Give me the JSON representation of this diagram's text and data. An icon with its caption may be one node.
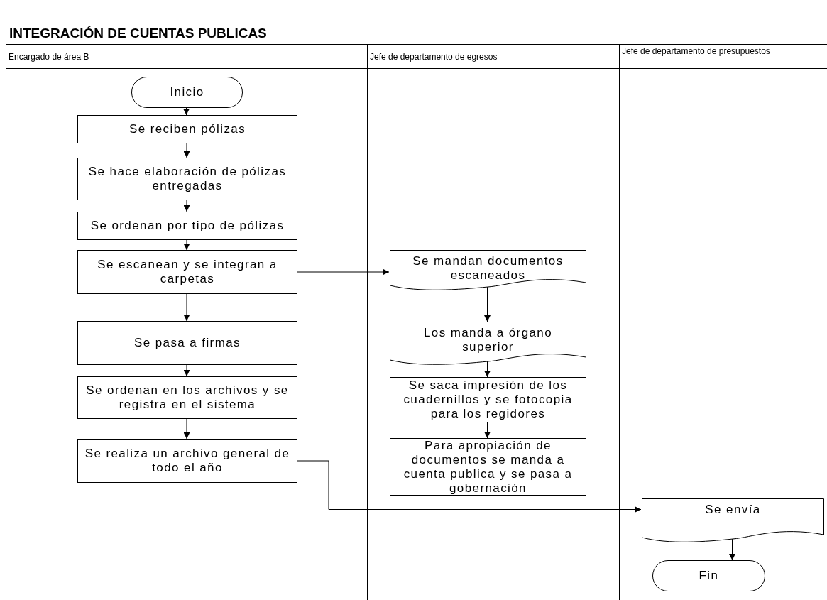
{
  "diagram": {
    "title": "INTEGRACIÓN DE CUENTAS PUBLICAS",
    "nodes": [
      {
        "text": [
          "Encargado de área B"
        ]
      },
      {
        "text": [
          "Jefe de departamento de egresos"
        ]
      },
      {
        "text": [
          "Jefe de departamento de presupuestos"
        ]
      },
      {
        "text": [
          "Inicio"
        ],
        "in": 0
      },
      {
        "text": [
          "Se reciben pólizas"
        ],
        "in": 0
      },
      {
        "text": [
          "Se hace elaboración de pólizas entregadas"
        ],
        "in": 0
      },
      {
        "text": [
          "Se ordenan por tipo de pólizas"
        ],
        "in": 0
      },
      {
        "text": [
          "Se escanean y se integran a carpetas"
        ],
        "in": 0
      },
      {
        "text": [
          "Se pasa a firmas"
        ],
        "in": 0
      },
      {
        "text": [
          "Se ordenan en los archivos y se registra en el sistema"
        ],
        "in": 0
      },
      {
        "text": [
          "Se realiza un archivo general de todo el año"
        ],
        "in": 0
      },
      {
        "text": [
          "Se mandan documentos escaneados"
        ],
        "in": 1
      },
      {
        "text": [
          "Los manda a órgano superior"
        ],
        "in": 1
      },
      {
        "text": [
          "Se saca impresión de los cuadernillos y se fotocopia para los regidores"
        ],
        "in": 1
      },
      {
        "text": [
          "Para apropiación de documentos se manda a cuenta publica y se pasa a gobernación"
        ],
        "in": 1
      },
      {
        "text": [
          "Se envía"
        ],
        "in": 2
      },
      {
        "text": [
          "Fin"
        ],
        "in": 2
      }
    ],
    "edges": [
      {
        "from": 3,
        "to": 4,
        "arrow": "to"
      },
      {
        "from": 4,
        "to": 5,
        "arrow": "to"
      },
      {
        "from": 5,
        "to": 6,
        "arrow": "to"
      },
      {
        "from": 6,
        "to": 7,
        "arrow": "to"
      },
      {
        "from": 7,
        "to": 8,
        "arrow": "to"
      },
      {
        "from": 8,
        "to": 9,
        "arrow": "to"
      },
      {
        "from": 9,
        "to": 10,
        "arrow": "to"
      },
      {
        "from": 7,
        "to": 11,
        "arrow": "to"
      },
      {
        "from": 11,
        "to": 12,
        "arrow": "to"
      },
      {
        "from": 12,
        "to": 13,
        "arrow": "to"
      },
      {
        "from": 13,
        "to": 14,
        "arrow": "to"
      },
      {
        "from": 10,
        "to": 15,
        "arrow": "to"
      },
      {
        "from": 15,
        "to": 16,
        "arrow": "to"
      }
    ]
  }
}
